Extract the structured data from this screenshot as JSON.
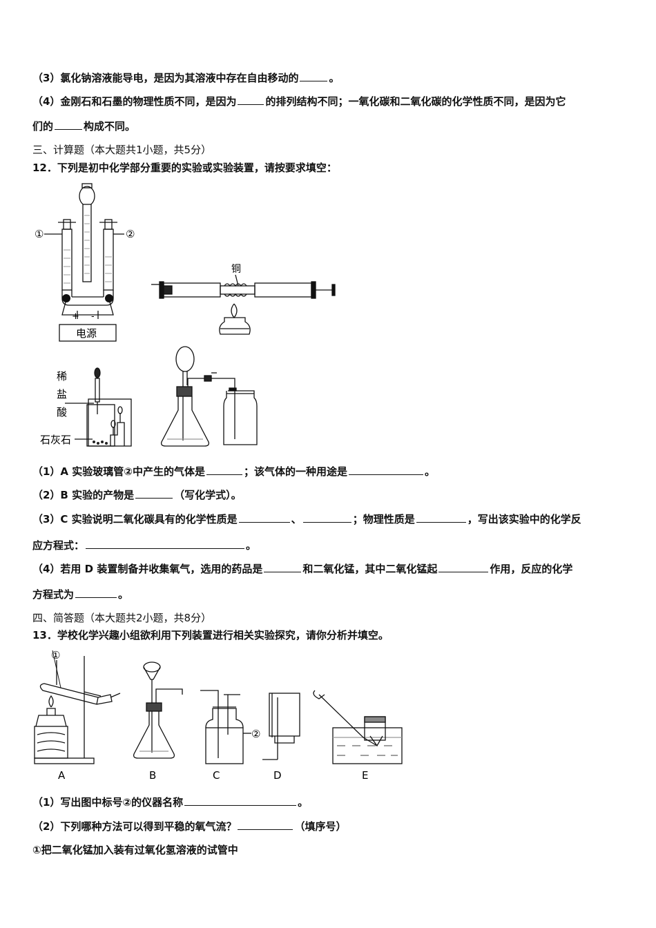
{
  "q11": {
    "p3": {
      "pre": "（3）氯化钠溶液能导电，是因为其溶液中存在自由移动的",
      "post": "。"
    },
    "p4a": {
      "pre": "（4）金刚石和石墨的物理性质不同，是因为",
      "mid": "的排列结构不同；一氧化碳和二氧化碳的化学性质不同，是因为它"
    },
    "p4b": {
      "pre": "们的",
      "post": "构成不同。"
    }
  },
  "section3": "三、计算题（本大题共1小题，共5分）",
  "q12": {
    "stem": "12．下列是初中化学部分重要的实验或实验装置，请按要求填空：",
    "figA": {
      "label1": "①",
      "label2": "②",
      "power": "电源",
      "plus": "+",
      "minus": "-"
    },
    "figB": {
      "copper": "铜"
    },
    "figC": {
      "acid1": "稀",
      "acid2": "盐",
      "acid3": "酸",
      "stone": "石灰石"
    },
    "p1": {
      "pre": "（1）A 实验玻璃管②中产生的气体是",
      "mid": "；该气体的一种用途是",
      "post": "。"
    },
    "p2": {
      "pre": "（2）B 实验的产物是",
      "post": "（写化学式）。"
    },
    "p3a": {
      "pre": "（3）C 实验说明二氧化碳具有的化学性质是",
      "sep": "、",
      "mid": "；物理性质是",
      "post": "，写出该实验中的化学反"
    },
    "p3b": {
      "pre": "应方程式：",
      "post": "。"
    },
    "p4a": {
      "pre": "（4）若用 D 装置制备并收集氧气，选用的药品是",
      "mid": "和二氧化锰，其中二氧化锰起",
      "post": "作用，反应的化学"
    },
    "p4b": {
      "pre": "方程式为",
      "post": "。"
    }
  },
  "section4": "四、简答题（本大题共2小题，共8分）",
  "q13": {
    "stem": "13．学校化学兴趣小组欲利用下列装置进行相关实验探究，请你分析并填空。",
    "figs": {
      "mark1": "①",
      "mark2": "②",
      "A": "A",
      "B": "B",
      "C": "C",
      "D": "D",
      "E": "E"
    },
    "p1": {
      "pre": "（1）写出图中标号②的仪器名称",
      "post": "。"
    },
    "p2": {
      "pre": "（2）下列哪种方法可以得到平稳的氧气流？",
      "post": "（填序号）"
    },
    "opt1": "①把二氧化锰加入装有过氧化氢溶液的试管中"
  }
}
